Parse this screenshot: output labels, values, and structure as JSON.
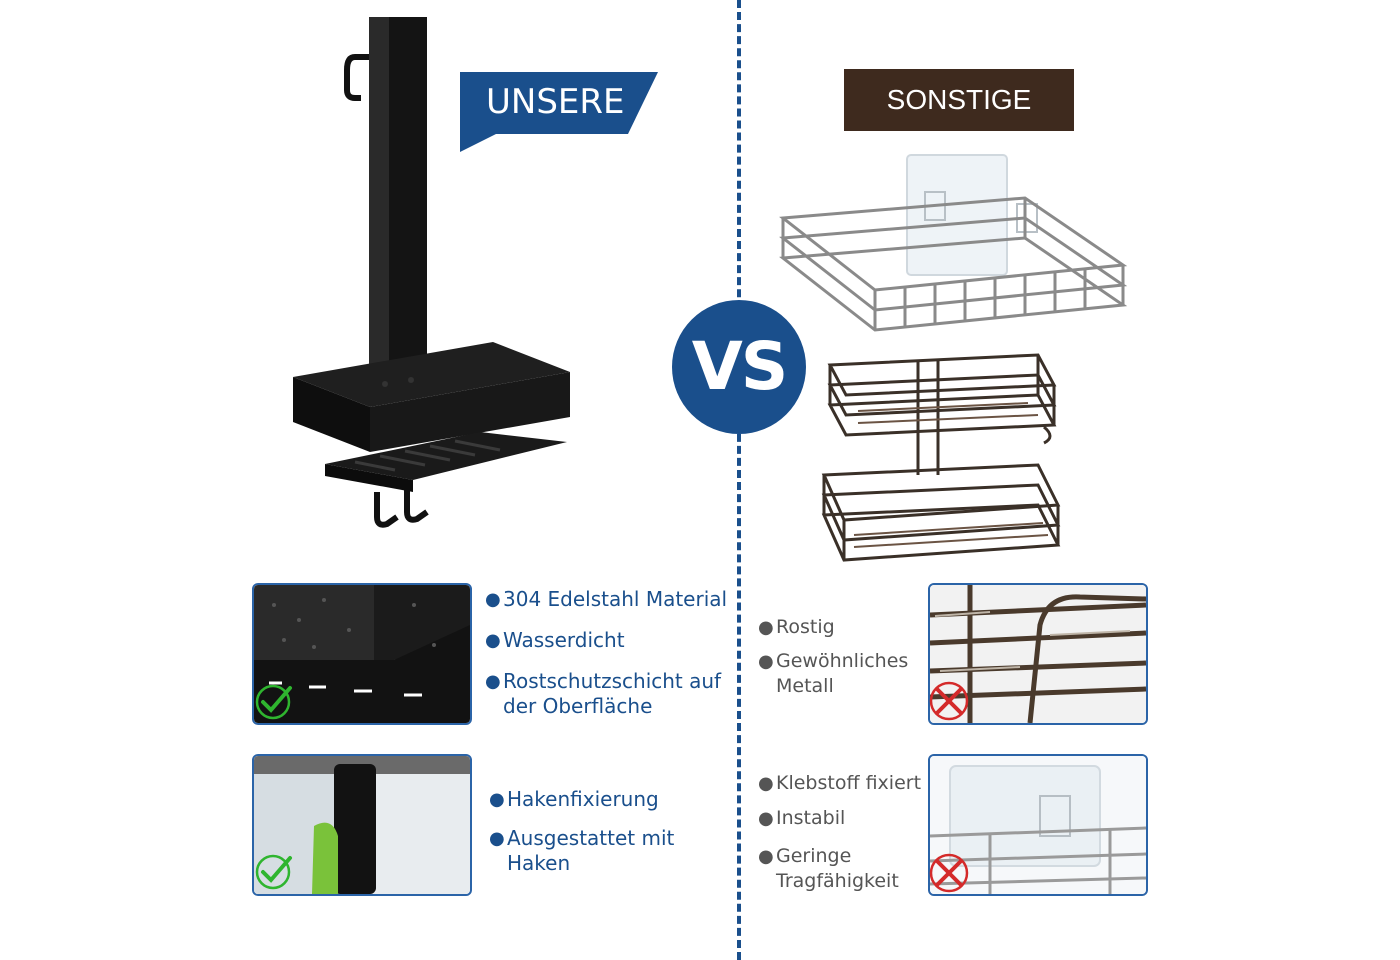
{
  "header": {
    "left_label": "UNSERE",
    "right_label": "SONSTIGE",
    "vs_label": "VS"
  },
  "colors": {
    "brand_blue": "#1a4f8c",
    "label_brown": "#3e2a1e",
    "check_green": "#2fb52f",
    "cross_red": "#d42a2a"
  },
  "left_features": {
    "group1": [
      "304 Edelstahl Material",
      "Wasserdicht",
      "Rostschutzschicht auf",
      "der Oberfläche"
    ],
    "group2": [
      "Hakenfixierung",
      "Ausgestattet mit",
      "Haken"
    ]
  },
  "right_features": {
    "group1": [
      "Rostig",
      "Gewöhnliches",
      "Metall"
    ],
    "group2": [
      "Klebstoff fixiert",
      "Instabil",
      "Geringe",
      "Tragfähigkeit"
    ]
  },
  "icons": {
    "check": "check-circle-icon",
    "cross": "cross-circle-icon"
  }
}
